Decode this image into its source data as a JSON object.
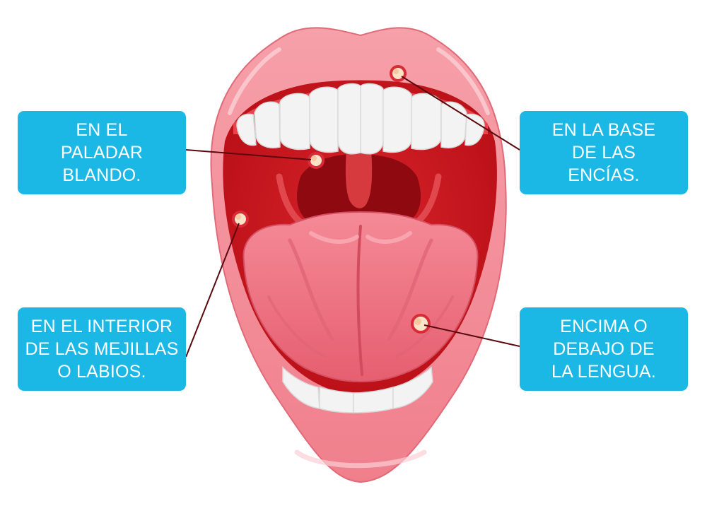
{
  "labels": {
    "soft_palate": [
      "EN EL",
      "PALADAR",
      "BLANDO."
    ],
    "gum_base": [
      "EN LA BASE",
      "DE LAS",
      "ENCÍAS."
    ],
    "cheeks_lips": [
      "EN EL INTERIOR",
      "DE LAS MEJILLAS",
      "O LABIOS."
    ],
    "tongue": [
      "ENCIMA O",
      "DEBAJO DE",
      "LA LENGUA."
    ]
  },
  "colors": {
    "label_background": "#1bb8e5",
    "label_text": "#ffffff",
    "lips": "#f48c97",
    "mouth_interior": "#c8141c",
    "throat": "#8e0a10",
    "tongue": "#f0707f",
    "teeth": "#f3f3f3",
    "ulcer": "#fbe3c8",
    "pointer_line": "#5a0a0e"
  }
}
